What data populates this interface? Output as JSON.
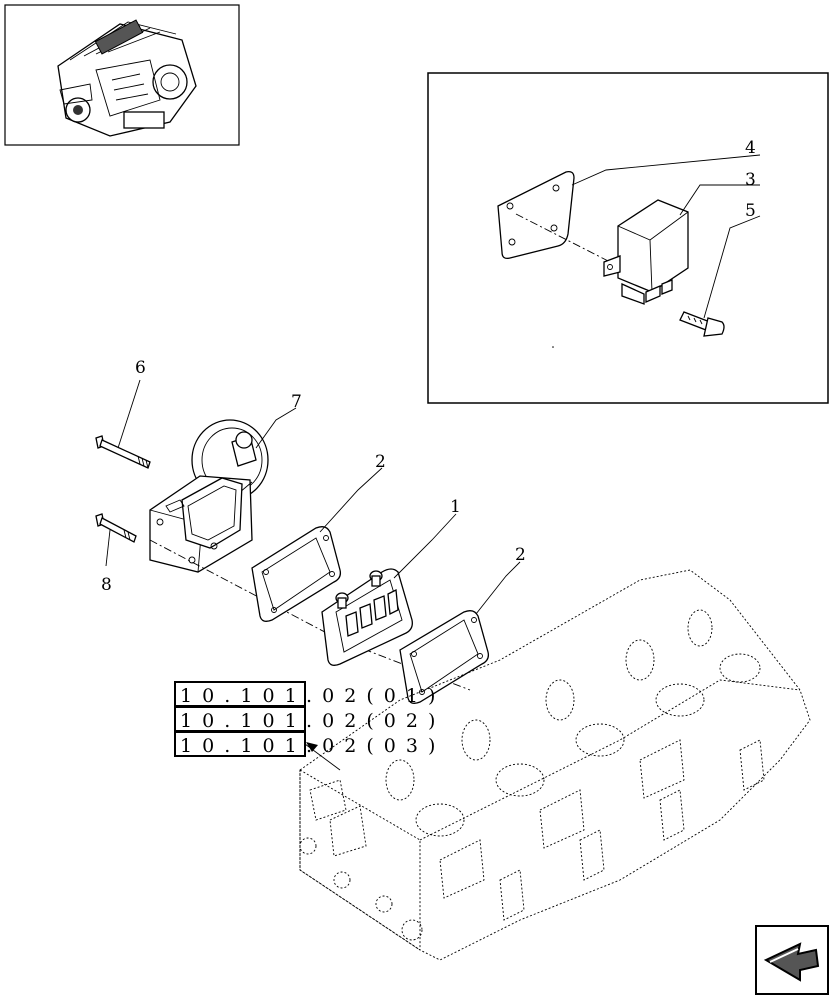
{
  "callouts": {
    "c1": "1",
    "c2a": "2",
    "c2b": "2",
    "c3": "3",
    "c4": "4",
    "c5": "5",
    "c6": "6",
    "c7": "7",
    "c8": "8"
  },
  "references": [
    {
      "section": "1 0 . 1 0 1",
      "suffix": ". 0 2 ( 0 1 )"
    },
    {
      "section": "1 0 . 1 0 1",
      "suffix": ". 0 2 ( 0 2 )"
    },
    {
      "section": "1 0 . 1 0 1",
      "suffix": ". 0 2 ( 0 3 )"
    }
  ],
  "icons": {
    "thumbnail": "engine-thumbnail-icon",
    "next": "next-page-arrow-icon"
  }
}
